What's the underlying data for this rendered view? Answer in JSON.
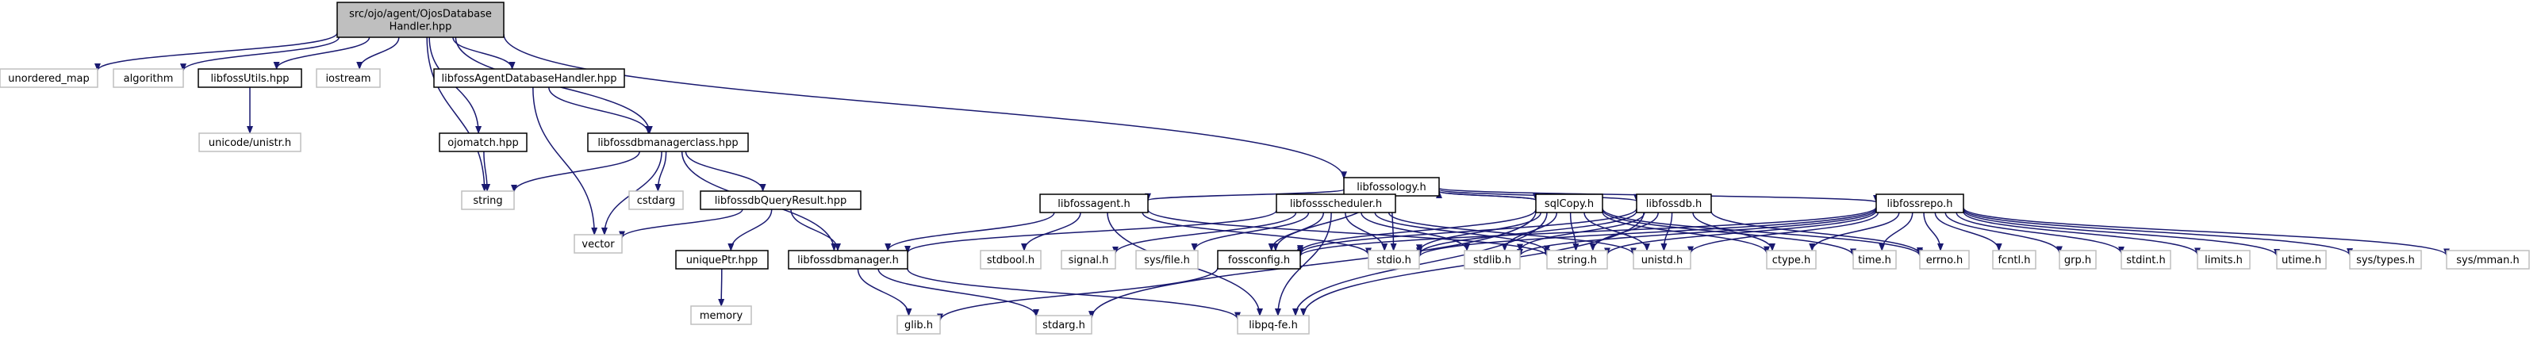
{
  "colors": {
    "root_fill": "#bfbfbf",
    "node_fill": "#ffffff",
    "node_border": "#000000",
    "system_border": "#bfbfbf",
    "edge": "#191970",
    "system_text": "#404040",
    "text": "#000000"
  },
  "nodes": [
    {
      "id": "root",
      "lines": [
        "src/ojo/agent/OjosDatabase",
        "Handler.hpp"
      ],
      "kind": "root"
    },
    {
      "id": "unordered_map",
      "lines": [
        "unordered_map"
      ],
      "kind": "system"
    },
    {
      "id": "algorithm",
      "lines": [
        "algorithm"
      ],
      "kind": "system"
    },
    {
      "id": "libfossUtils",
      "lines": [
        "libfossUtils.hpp"
      ],
      "kind": "file"
    },
    {
      "id": "iostream",
      "lines": [
        "iostream"
      ],
      "kind": "system"
    },
    {
      "id": "libfossAgentDatabaseHandler",
      "lines": [
        "libfossAgentDatabaseHandler.hpp"
      ],
      "kind": "file"
    },
    {
      "id": "unistr",
      "lines": [
        "unicode/unistr.h"
      ],
      "kind": "system"
    },
    {
      "id": "ojomatch",
      "lines": [
        "ojomatch.hpp"
      ],
      "kind": "file"
    },
    {
      "id": "libfossdbmanagerclass",
      "lines": [
        "libfossdbmanagerclass.hpp"
      ],
      "kind": "file"
    },
    {
      "id": "libfossology",
      "lines": [
        "libfossology.h"
      ],
      "kind": "file"
    },
    {
      "id": "string",
      "lines": [
        "string"
      ],
      "kind": "system"
    },
    {
      "id": "cstdarg",
      "lines": [
        "cstdarg"
      ],
      "kind": "system"
    },
    {
      "id": "libfossdbQueryResult",
      "lines": [
        "libfossdbQueryResult.hpp"
      ],
      "kind": "file"
    },
    {
      "id": "vector",
      "lines": [
        "vector"
      ],
      "kind": "system"
    },
    {
      "id": "uniquePtr",
      "lines": [
        "uniquePtr.hpp"
      ],
      "kind": "file"
    },
    {
      "id": "memory",
      "lines": [
        "memory"
      ],
      "kind": "system"
    },
    {
      "id": "libfossdbmanager",
      "lines": [
        "libfossdbmanager.h"
      ],
      "kind": "file"
    },
    {
      "id": "glib",
      "lines": [
        "glib.h"
      ],
      "kind": "system"
    },
    {
      "id": "stdarg",
      "lines": [
        "stdarg.h"
      ],
      "kind": "system"
    },
    {
      "id": "libpqfe",
      "lines": [
        "libpq-fe.h"
      ],
      "kind": "system"
    },
    {
      "id": "libfossagent",
      "lines": [
        "libfossagent.h"
      ],
      "kind": "file"
    },
    {
      "id": "stdbool",
      "lines": [
        "stdbool.h"
      ],
      "kind": "system"
    },
    {
      "id": "libfossscheduler",
      "lines": [
        "libfossscheduler.h"
      ],
      "kind": "file"
    },
    {
      "id": "signal",
      "lines": [
        "signal.h"
      ],
      "kind": "system"
    },
    {
      "id": "sysfile",
      "lines": [
        "sys/file.h"
      ],
      "kind": "system"
    },
    {
      "id": "fossconfig",
      "lines": [
        "fossconfig.h"
      ],
      "kind": "file"
    },
    {
      "id": "stdio",
      "lines": [
        "stdio.h"
      ],
      "kind": "system"
    },
    {
      "id": "sqlCopy",
      "lines": [
        "sqlCopy.h"
      ],
      "kind": "file"
    },
    {
      "id": "stdlib",
      "lines": [
        "stdlib.h"
      ],
      "kind": "system"
    },
    {
      "id": "libfossdb",
      "lines": [
        "libfossdb.h"
      ],
      "kind": "file"
    },
    {
      "id": "stringh",
      "lines": [
        "string.h"
      ],
      "kind": "system"
    },
    {
      "id": "unistd",
      "lines": [
        "unistd.h"
      ],
      "kind": "system"
    },
    {
      "id": "ctype",
      "lines": [
        "ctype.h"
      ],
      "kind": "system"
    },
    {
      "id": "libfossrepo",
      "lines": [
        "libfossrepo.h"
      ],
      "kind": "file"
    },
    {
      "id": "time",
      "lines": [
        "time.h"
      ],
      "kind": "system"
    },
    {
      "id": "errno",
      "lines": [
        "errno.h"
      ],
      "kind": "system"
    },
    {
      "id": "fcntl",
      "lines": [
        "fcntl.h"
      ],
      "kind": "system"
    },
    {
      "id": "grp",
      "lines": [
        "grp.h"
      ],
      "kind": "system"
    },
    {
      "id": "stdint",
      "lines": [
        "stdint.h"
      ],
      "kind": "system"
    },
    {
      "id": "limits",
      "lines": [
        "limits.h"
      ],
      "kind": "system"
    },
    {
      "id": "utime",
      "lines": [
        "utime.h"
      ],
      "kind": "system"
    },
    {
      "id": "systypes",
      "lines": [
        "sys/types.h"
      ],
      "kind": "system"
    },
    {
      "id": "sysmman",
      "lines": [
        "sys/mman.h"
      ],
      "kind": "system"
    }
  ],
  "edges": [
    [
      "root",
      "unordered_map"
    ],
    [
      "root",
      "algorithm"
    ],
    [
      "root",
      "libfossUtils"
    ],
    [
      "root",
      "iostream"
    ],
    [
      "root",
      "libfossAgentDatabaseHandler"
    ],
    [
      "root",
      "ojomatch"
    ],
    [
      "root",
      "libfossdbmanagerclass"
    ],
    [
      "root",
      "libfossology"
    ],
    [
      "root",
      "string"
    ],
    [
      "libfossUtils",
      "unistr"
    ],
    [
      "libfossAgentDatabaseHandler",
      "libfossdbmanagerclass"
    ],
    [
      "libfossAgentDatabaseHandler",
      "vector"
    ],
    [
      "ojomatch",
      "string"
    ],
    [
      "libfossdbmanagerclass",
      "string"
    ],
    [
      "libfossdbmanagerclass",
      "cstdarg"
    ],
    [
      "libfossdbmanagerclass",
      "libfossdbQueryResult"
    ],
    [
      "libfossdbmanagerclass",
      "vector"
    ],
    [
      "libfossdbmanagerclass",
      "libfossdbmanager"
    ],
    [
      "libfossdbQueryResult",
      "vector"
    ],
    [
      "libfossdbQueryResult",
      "uniquePtr"
    ],
    [
      "libfossdbQueryResult",
      "libfossdbmanager"
    ],
    [
      "uniquePtr",
      "memory"
    ],
    [
      "libfossdbmanager",
      "glib"
    ],
    [
      "libfossdbmanager",
      "stdarg"
    ],
    [
      "libfossdbmanager",
      "libpqfe"
    ],
    [
      "libfossology",
      "libfossagent"
    ],
    [
      "libfossology",
      "libfossscheduler"
    ],
    [
      "libfossology",
      "sqlCopy"
    ],
    [
      "libfossology",
      "libfossdb"
    ],
    [
      "libfossology",
      "libfossrepo"
    ],
    [
      "libfossology",
      "fossconfig"
    ],
    [
      "libfossology",
      "stdio"
    ],
    [
      "libfossagent",
      "libfossdbmanager"
    ],
    [
      "libfossagent",
      "stdbool"
    ],
    [
      "libfossagent",
      "stdio"
    ],
    [
      "libfossagent",
      "libpqfe"
    ],
    [
      "libfossagent",
      "stringh"
    ],
    [
      "libfossscheduler",
      "libfossdbmanager"
    ],
    [
      "libfossscheduler",
      "signal"
    ],
    [
      "libfossscheduler",
      "sysfile"
    ],
    [
      "libfossscheduler",
      "fossconfig"
    ],
    [
      "libfossscheduler",
      "stdio"
    ],
    [
      "libfossscheduler",
      "stdlib"
    ],
    [
      "libfossscheduler",
      "stringh"
    ],
    [
      "libfossscheduler",
      "unistd"
    ],
    [
      "libfossscheduler",
      "libpqfe"
    ],
    [
      "sqlCopy",
      "libfossology"
    ],
    [
      "sqlCopy",
      "stdio"
    ],
    [
      "sqlCopy",
      "stdlib"
    ],
    [
      "sqlCopy",
      "stringh"
    ],
    [
      "sqlCopy",
      "unistd"
    ],
    [
      "sqlCopy",
      "ctype"
    ],
    [
      "sqlCopy",
      "libpqfe"
    ],
    [
      "sqlCopy",
      "time"
    ],
    [
      "sqlCopy",
      "errno"
    ],
    [
      "sqlCopy",
      "stdarg"
    ],
    [
      "sqlCopy",
      "fossconfig"
    ],
    [
      "libfossdb",
      "stdio"
    ],
    [
      "libfossdb",
      "stdlib"
    ],
    [
      "libfossdb",
      "stringh"
    ],
    [
      "libfossdb",
      "unistd"
    ],
    [
      "libfossdb",
      "ctype"
    ],
    [
      "libfossdb",
      "libpqfe"
    ],
    [
      "libfossdb",
      "errno"
    ],
    [
      "libfossdb",
      "fossconfig"
    ],
    [
      "libfossrepo",
      "stdio"
    ],
    [
      "libfossrepo",
      "stdlib"
    ],
    [
      "libfossrepo",
      "stringh"
    ],
    [
      "libfossrepo",
      "unistd"
    ],
    [
      "libfossrepo",
      "ctype"
    ],
    [
      "libfossrepo",
      "time"
    ],
    [
      "libfossrepo",
      "errno"
    ],
    [
      "libfossrepo",
      "fcntl"
    ],
    [
      "libfossrepo",
      "grp"
    ],
    [
      "libfossrepo",
      "stdint"
    ],
    [
      "libfossrepo",
      "limits"
    ],
    [
      "libfossrepo",
      "utime"
    ],
    [
      "libfossrepo",
      "systypes"
    ],
    [
      "libfossrepo",
      "sysmman"
    ],
    [
      "libfossrepo",
      "fossconfig"
    ],
    [
      "fossconfig",
      "glib"
    ]
  ]
}
